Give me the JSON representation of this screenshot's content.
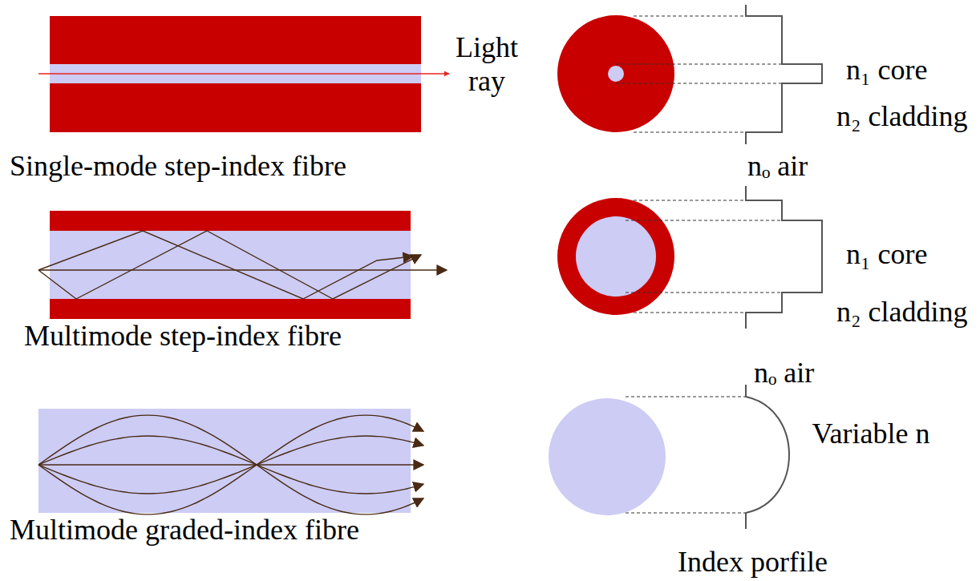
{
  "diagram": {
    "labels": [
      "Light ray",
      "Single-mode step-index fibre",
      "n₁ core",
      "n₂ cladding",
      "nₒ air",
      "Multimode step-index fibre",
      "n₁ core",
      "n₂ cladding",
      "nₒ air",
      "Multimode graded-index fibre",
      "Variable n",
      "Index porfile"
    ]
  }
}
